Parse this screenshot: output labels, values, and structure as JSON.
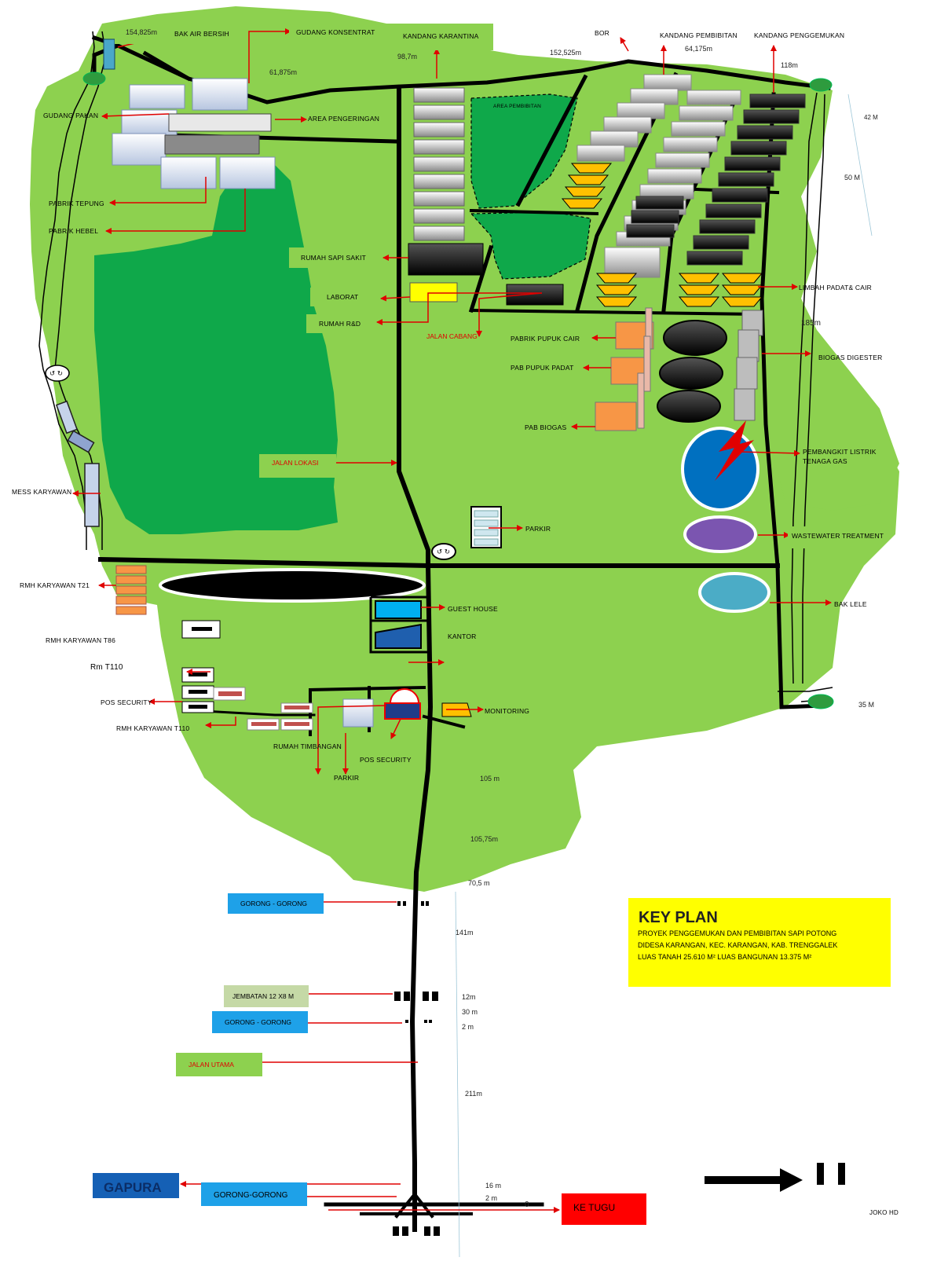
{
  "labels": {
    "bak_air_bersih": "BAK AIR BERSIH",
    "gudang_konsentrat": "GUDANG KONSENTRAT",
    "kandang_karantina": "KANDANG KARANTINA",
    "bor": "BOR",
    "kandang_pembibitan": "KANDANG PEMBIBITAN",
    "kandang_penggemukan": "KANDANG PENGGEMUKAN",
    "gudang_pakan": "GUDANG PAKAN",
    "area_pengeringan": "AREA PENGERINGAN",
    "area_pembibitan": "AREA PEMBIBITAN",
    "pabrik_tepung": "PABRIK TEPUNG",
    "pabrik_hebel": "PABRIK   HEBEL",
    "rumah_sapi_sakit": "RUMAH SAPI SAKIT",
    "laborat": "LABORAT",
    "rumah_rd": "RUMAH R&D",
    "jalan_cabang": "JALAN CABANG",
    "limbah": "LIMBAH PADAT& CAIR",
    "pabrik_pupuk_cair": "PABRIK PUPUK CAIR",
    "pab_pupuk_padat": "PAB PUPUK  PADAT",
    "biogas_digester": "BIOGAS DIGESTER",
    "pab_biogas": "PAB BIOGAS",
    "pembangkit_1": "PEMBANGKIT LISTRIK",
    "pembangkit_2": "TENAGA GAS",
    "jalan_lokasi": "JALAN LOKASI",
    "mess_karyawan": "MESS KARYAWAN",
    "parkir_1": "PARKIR",
    "wastewater": "WASTEWATER TREATMENT",
    "rmh_t21": "RMH KARYAWAN T21",
    "guest_house": "GUEST HOUSE",
    "bak_lele": "BAK LELE",
    "kantor": "KANTOR",
    "rmh_t86": "RMH KARYAWAN T86",
    "rm_t110": "Rm  T110",
    "pos_security_1": "POS SECURITY",
    "monitoring": "MONITORING",
    "rmh_karyawan_t110": "RMH KARYAWAN T110",
    "rumah_timbangan": "RUMAH TIMBANGAN",
    "pos_security_2": "POS SECURITY",
    "parkir_2": "PARKIR",
    "gorong_1": "GORONG - GORONG",
    "jembatan": "JEMBATAN 12 X8 M",
    "gorong_2": "GORONG - GORONG",
    "jalan_utama": "JALAN UTAMA",
    "gapura": "GAPURA",
    "gorong_3": "GORONG-GORONG",
    "ke_tugu": "KE TUGU",
    "joko": "JOKO HD",
    "zero": "0"
  },
  "dimensions": {
    "d154": "154,825m",
    "d98": "98,7m",
    "d152": "152,525m",
    "d61a": "61,875m",
    "d64": "64,175m",
    "d118": "118m",
    "d42": "42 M",
    "d50": "50 M",
    "d185": "185m",
    "d35": "35 M",
    "d105": "105 m",
    "d10575": "105,75m",
    "d705": "70,5 m",
    "d141": "141m",
    "d12": "12m",
    "d30": "30 m",
    "d2a": "2 m",
    "d211": "211m",
    "d16": "16 m",
    "d2b": "2 m"
  },
  "key_plan": {
    "title": "KEY PLAN",
    "line1": "PROYEK PENGGEMUKAN DAN PEMBIBITAN SAPI POTONG",
    "line2": "DIDESA KARANGAN, KEC. KARANGAN, KAB. TRENGGALEK",
    "line3": "LUAS TANAH    25.610 M² LUAS BANGUNAN 13.375 M²"
  },
  "colors": {
    "land": "#8dd14f",
    "forest": "#0fa84a",
    "road": "#000000",
    "arrow": "#e00000",
    "keyplan": "#ffff00",
    "gorong": "#1ea1e8",
    "jembatan": "#c5d9a6",
    "gapura": "#1560b5",
    "ketugu": "#ff0000"
  }
}
